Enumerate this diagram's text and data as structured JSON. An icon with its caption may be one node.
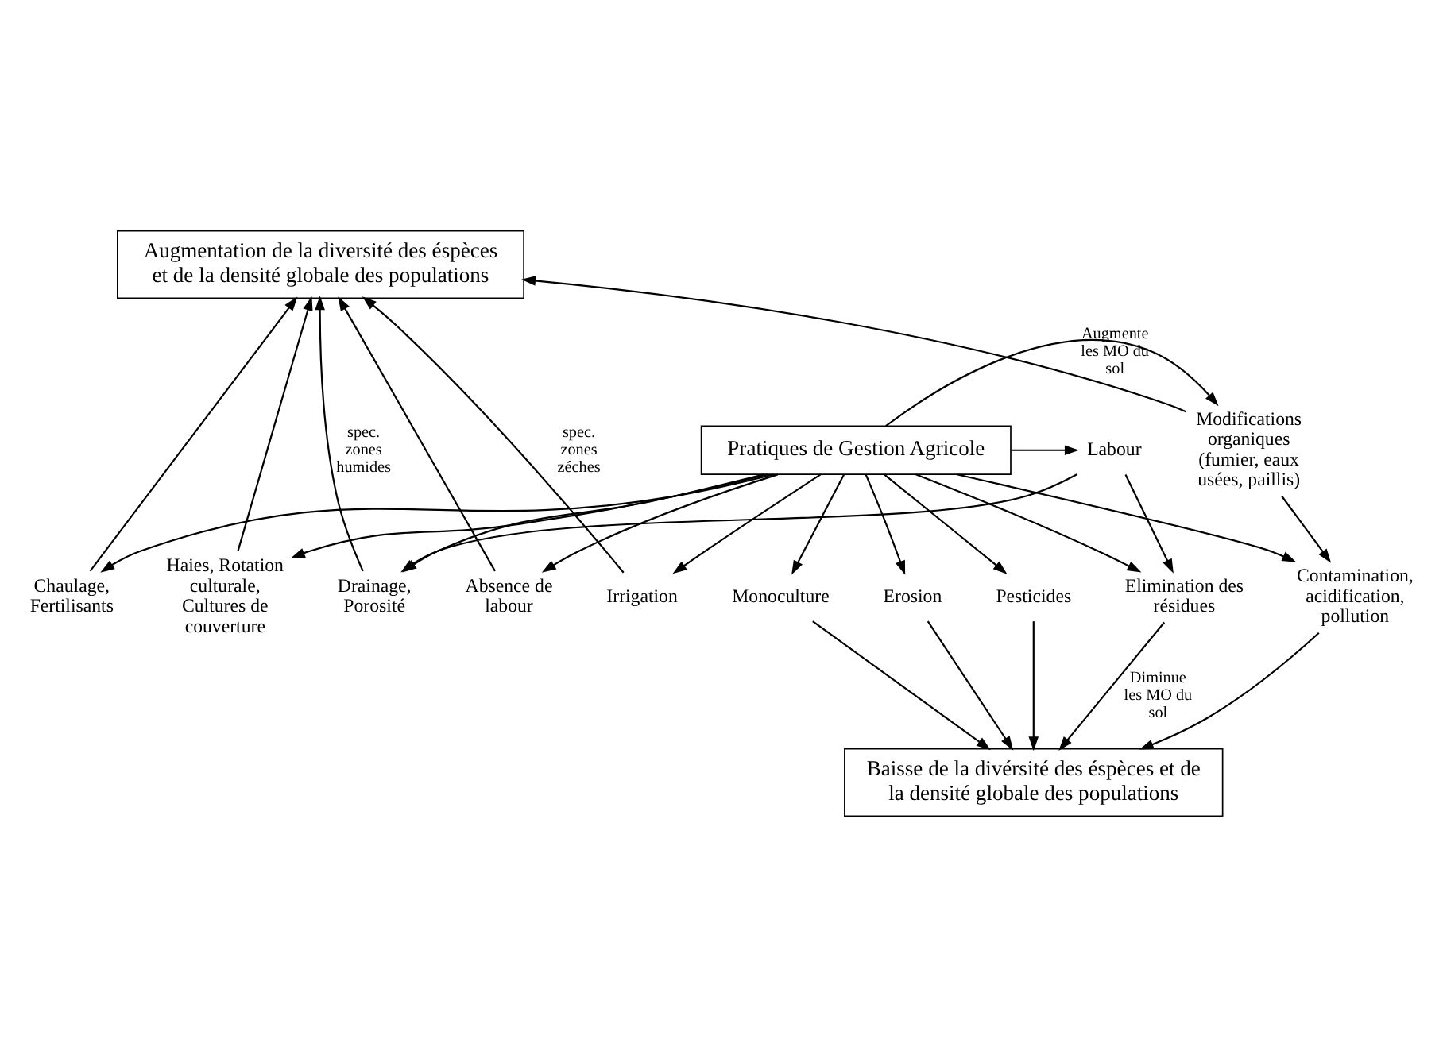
{
  "diagram": {
    "nodes": [
      {
        "text": [
          "Augmentation de la diversité des éspèces et de la densité globale des populations"
        ]
      },
      {
        "text": [
          "Pratiques de Gestion Agricole"
        ]
      },
      {
        "text": [
          "Baisse de la divérsité des éspèces et de la densité globale des populations"
        ]
      },
      {
        "text": [
          "Drainage, Porosité"
        ]
      },
      {
        "text": [
          "Chaulage, Fertilisants"
        ]
      },
      {
        "text": [
          "Haies, Rotation culturale, Cultures de couverture"
        ]
      },
      {
        "text": [
          "Absence de labour"
        ]
      },
      {
        "text": [
          "Irrigation"
        ]
      },
      {
        "text": [
          "Labour"
        ]
      },
      {
        "text": [
          "Modifications organiques (fumier, eaux usées, paillis)"
        ]
      },
      {
        "text": [
          "Elimination des résidues"
        ]
      },
      {
        "text": [
          "Monoculture"
        ]
      },
      {
        "text": [
          "Erosion"
        ]
      },
      {
        "text": [
          "Pesticides"
        ]
      },
      {
        "text": [
          "Contamination, acidification, pollution"
        ]
      }
    ],
    "edges": [
      {
        "from": 3,
        "to": 0,
        "arrow": "to",
        "label": "spec. zones humides"
      },
      {
        "from": 4,
        "to": 0,
        "arrow": "to"
      },
      {
        "from": 5,
        "to": 0,
        "arrow": "to"
      },
      {
        "from": 6,
        "to": 0,
        "arrow": "to"
      },
      {
        "from": 7,
        "to": 0,
        "arrow": "to",
        "label": "spec. zones zéches"
      },
      {
        "from": 9,
        "to": 0,
        "arrow": "to",
        "label": "Augmente les MO du sol"
      },
      {
        "from": 1,
        "to": 3,
        "arrow": "to"
      },
      {
        "from": 1,
        "to": 4,
        "arrow": "to"
      },
      {
        "from": 1,
        "to": 5,
        "arrow": "to"
      },
      {
        "from": 1,
        "to": 6,
        "arrow": "to"
      },
      {
        "from": 1,
        "to": 7,
        "arrow": "to"
      },
      {
        "from": 1,
        "to": 8,
        "arrow": "to"
      },
      {
        "from": 1,
        "to": 9,
        "arrow": "to"
      },
      {
        "from": 1,
        "to": 10,
        "arrow": "to"
      },
      {
        "from": 1,
        "to": 11,
        "arrow": "to"
      },
      {
        "from": 1,
        "to": 12,
        "arrow": "to"
      },
      {
        "from": 1,
        "to": 13,
        "arrow": "to"
      },
      {
        "from": 1,
        "to": 14,
        "arrow": "to"
      },
      {
        "from": 8,
        "to": 3,
        "arrow": "to"
      },
      {
        "from": 8,
        "to": 10,
        "arrow": "to"
      },
      {
        "from": 9,
        "to": 14,
        "arrow": "to"
      },
      {
        "from": 10,
        "to": 2,
        "arrow": "to",
        "label": "Diminue les MO du sol"
      },
      {
        "from": 11,
        "to": 2,
        "arrow": "to"
      },
      {
        "from": 12,
        "to": 2,
        "arrow": "to"
      },
      {
        "from": 13,
        "to": 2,
        "arrow": "to"
      },
      {
        "from": 14,
        "to": 2,
        "arrow": "to"
      }
    ]
  }
}
